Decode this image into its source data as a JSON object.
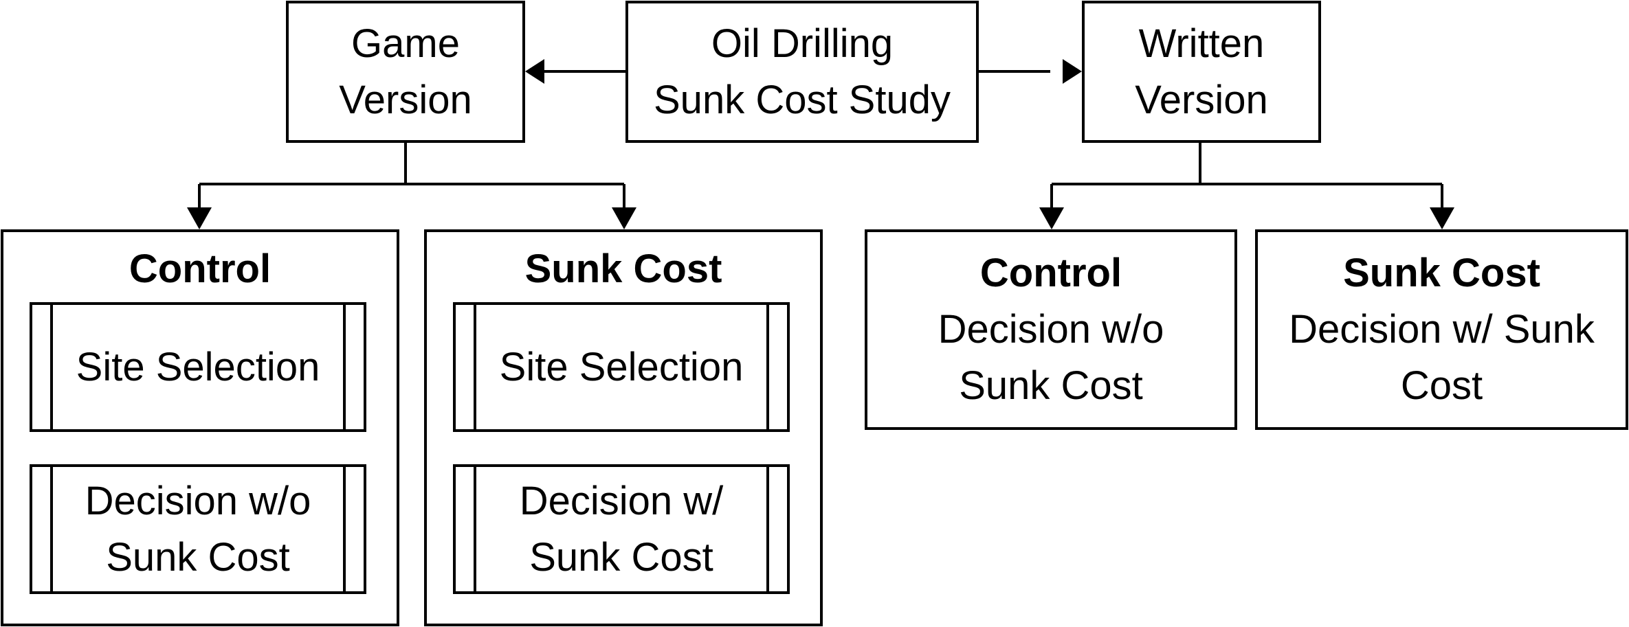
{
  "root": {
    "line1": "Oil Drilling",
    "line2": "Sunk Cost Study"
  },
  "game_version": {
    "line1": "Game",
    "line2": "Version",
    "control": {
      "title": "Control",
      "step1": "Site Selection",
      "step2_line1": "Decision w/o",
      "step2_line2": "Sunk Cost"
    },
    "sunk_cost": {
      "title": "Sunk Cost",
      "step1": "Site Selection",
      "step2_line1": "Decision w/",
      "step2_line2": "Sunk Cost"
    }
  },
  "written_version": {
    "line1": "Written",
    "line2": "Version",
    "control": {
      "title": "Control",
      "line1": "Decision w/o",
      "line2": "Sunk Cost"
    },
    "sunk_cost": {
      "title": "Sunk Cost",
      "line1": "Decision w/ Sunk",
      "line2": "Cost"
    }
  }
}
